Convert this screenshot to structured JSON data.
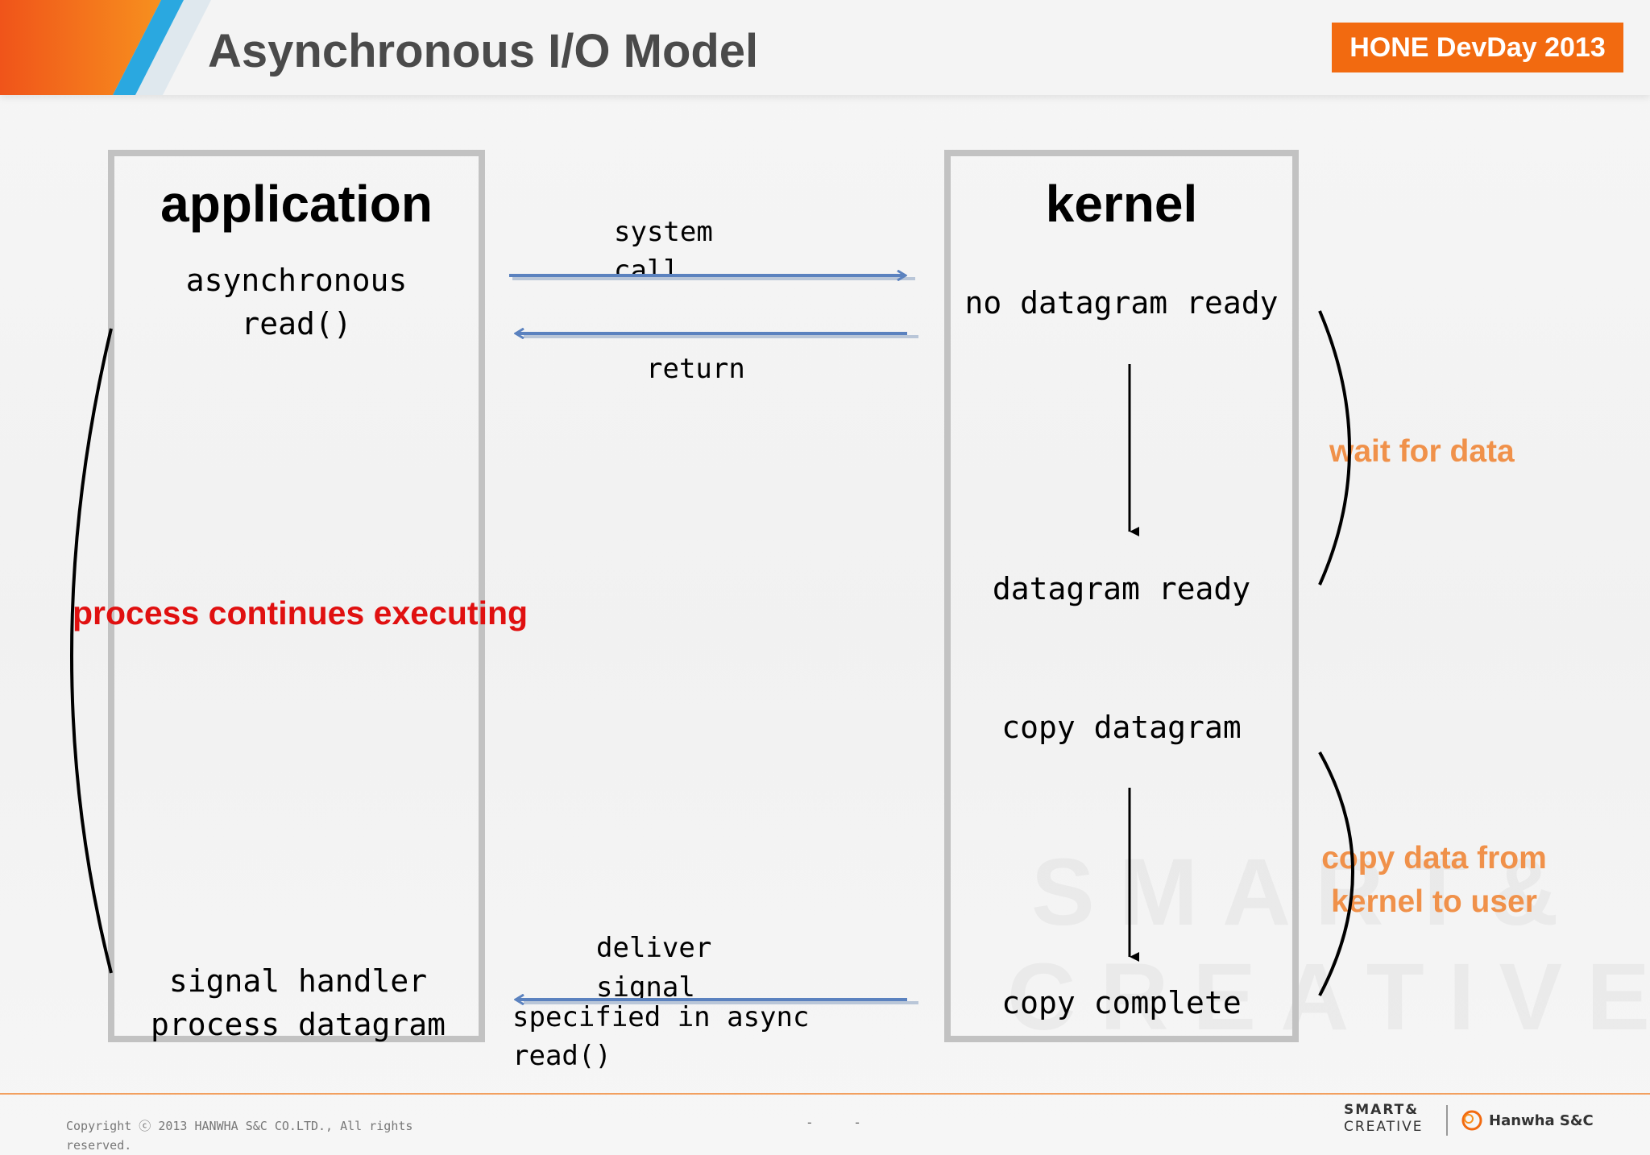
{
  "header": {
    "title": "Asynchronous I/O Model",
    "badge": "HONE DevDay 2013"
  },
  "application": {
    "title": "application",
    "call_line1": "asynchronous",
    "call_line2": "read()",
    "handler_line1": "signal handler",
    "handler_line2": "process datagram"
  },
  "kernel": {
    "title": "kernel",
    "no_datagram": "no datagram ready",
    "datagram_ready": "datagram ready",
    "copy_datagram": "copy datagram",
    "copy_complete": "copy complete"
  },
  "messages": {
    "system_call_line1": "system",
    "system_call_line2": "call",
    "return": "return",
    "deliver_line1": "deliver",
    "deliver_line2": "signal",
    "specified_line1": "specified in async",
    "specified_line2": "read()"
  },
  "annotations": {
    "process_continues": "process continues executing",
    "wait_for_data": "wait for data",
    "copy_data_line1": "copy data from",
    "copy_data_line2": "kernel to user"
  },
  "watermark": {
    "line1": "SMART&",
    "line2": "CREATIVE"
  },
  "footer": {
    "copyright": "Copyright ⓒ 2013 HANWHA S&C CO.LTD., All rights reserved.",
    "page": "- -",
    "logo_line1": "SMART&",
    "logo_line2": "CREATIVE",
    "logo_company": "Hanwha S&C"
  },
  "colors": {
    "accent_orange": "#f26a10",
    "annotation_orange": "#f0914a",
    "annotation_red": "#e01010",
    "arrow_blue": "#5b82bf",
    "box_border": "#c2c2c2"
  }
}
